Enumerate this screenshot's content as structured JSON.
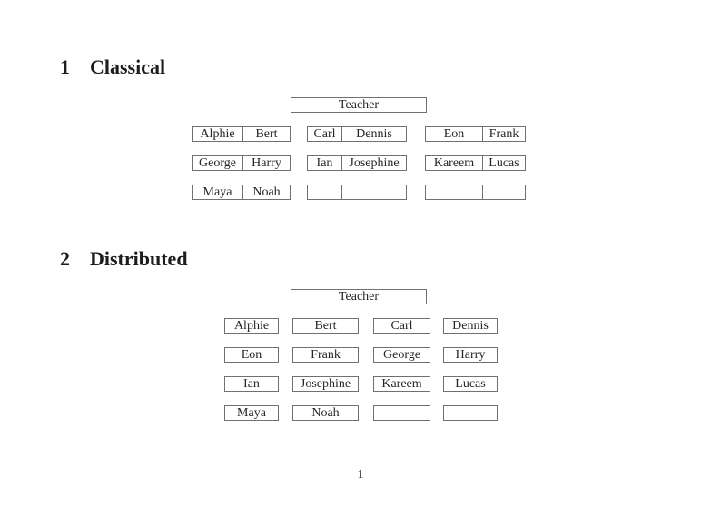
{
  "document": {
    "page_number": "1"
  },
  "sections": [
    {
      "number": "1",
      "title": "Classical",
      "teacher_label": "Teacher",
      "rows": [
        [
          [
            "Alphie",
            "Bert"
          ],
          [
            "Carl",
            "Dennis"
          ],
          [
            "Eon",
            "Frank"
          ]
        ],
        [
          [
            "George",
            "Harry"
          ],
          [
            "Ian",
            "Josephine"
          ],
          [
            "Kareem",
            "Lucas"
          ]
        ],
        [
          [
            "Maya",
            "Noah"
          ],
          [
            "",
            ""
          ],
          [
            "",
            ""
          ]
        ]
      ]
    },
    {
      "number": "2",
      "title": "Distributed",
      "teacher_label": "Teacher",
      "rows": [
        [
          "Alphie",
          "Bert",
          "Carl",
          "Dennis"
        ],
        [
          "Eon",
          "Frank",
          "George",
          "Harry"
        ],
        [
          "Ian",
          "Josephine",
          "Kareem",
          "Lucas"
        ],
        [
          "Maya",
          "Noah",
          "",
          ""
        ]
      ]
    }
  ]
}
